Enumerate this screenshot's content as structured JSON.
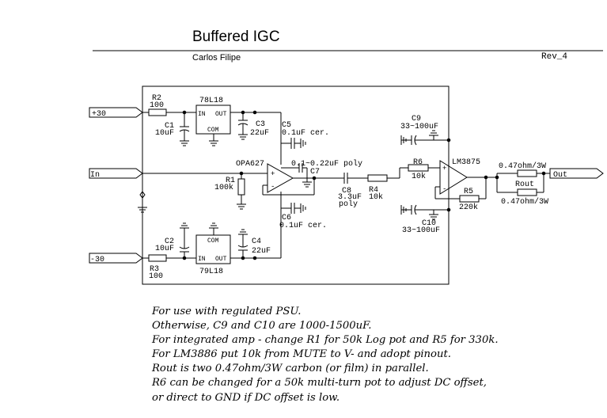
{
  "header": {
    "title": "Buffered IGC",
    "author": "Carlos Filipe",
    "revision": "Rev_4"
  },
  "ports": {
    "pos_supply": "+30",
    "input": "In",
    "neg_supply": "-30",
    "output": "Out"
  },
  "components": {
    "r2": {
      "ref": "R2",
      "value": "100"
    },
    "r3": {
      "ref": "R3",
      "value": "100"
    },
    "c1": {
      "ref": "C1",
      "value": "10uF"
    },
    "c2": {
      "ref": "C2",
      "value": "10uF"
    },
    "reg_pos": {
      "part": "78L18",
      "pin_in": "IN",
      "pin_out": "OUT",
      "pin_com": "COM"
    },
    "reg_neg": {
      "part": "79L18",
      "pin_in": "IN",
      "pin_out": "OUT",
      "pin_com": "COM"
    },
    "c3": {
      "ref": "C3",
      "value": "22uF"
    },
    "c4": {
      "ref": "C4",
      "value": "22uF"
    },
    "c5": {
      "ref": "C5",
      "value": "0.1uF cer."
    },
    "c6": {
      "ref": "C6",
      "value": "0.1uF cer."
    },
    "r1": {
      "ref": "R1",
      "value": "100k"
    },
    "opamp": {
      "part": "OPA627"
    },
    "c7": {
      "ref": "C7",
      "value": "0.1~0.22uF poly"
    },
    "c8": {
      "ref": "C8",
      "value": "3.3uF",
      "value2": "poly"
    },
    "r4": {
      "ref": "R4",
      "value": "10k"
    },
    "c9": {
      "ref": "C9",
      "value": "33~100uF"
    },
    "c10": {
      "ref": "C10",
      "value": "33~100uF"
    },
    "r6": {
      "ref": "R6",
      "value": "10k"
    },
    "amp": {
      "part": "LM3875"
    },
    "r5": {
      "ref": "R5",
      "value": "220k"
    },
    "rout": {
      "ref": "Rout",
      "value_top": "0.47ohm/3W",
      "value_bottom": "0.47ohm/3W"
    }
  },
  "notes": [
    "For use with regulated PSU.",
    "Otherwise, C9 and C10 are 1000-1500uF.",
    "For integrated amp - change R1 for 50k Log pot and R5 for 330k.",
    "For LM3886 put 10k from MUTE to V- and adopt pinout.",
    "Rout is two 0.47ohm/3W carbon (or film) in parallel.",
    "R6 can be changed for a 50k multi-turn pot to adjust DC offset,",
    "or direct to GND if DC offset is low."
  ]
}
